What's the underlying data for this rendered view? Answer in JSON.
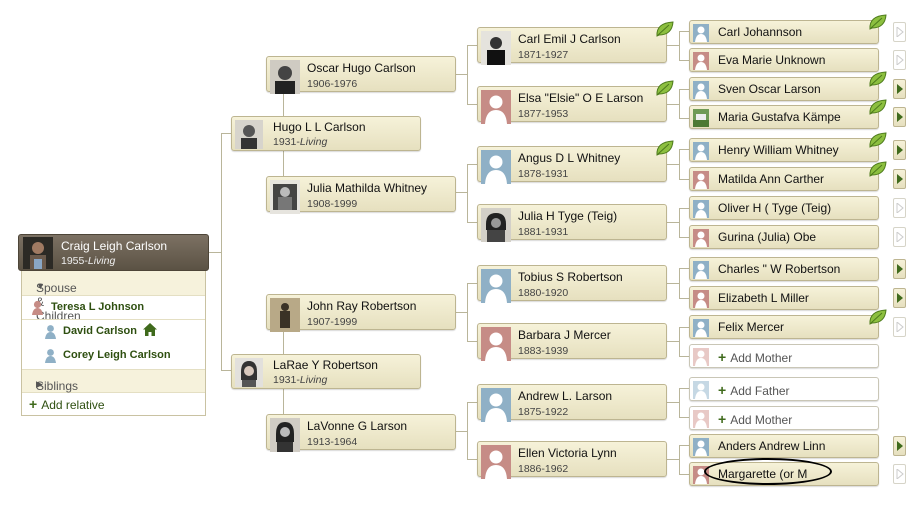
{
  "root": {
    "name": "Craig Leigh Carlson",
    "birth": "1955-",
    "status": "Living"
  },
  "panel": {
    "spouse_children_label": "Spouse & Children",
    "spouse": "Teresa L Johnson",
    "children": [
      "David Carlson",
      "Corey Leigh Carlson"
    ],
    "siblings_label": "Siblings",
    "add_relative_label": "Add relative"
  },
  "parents": {
    "father": {
      "name": "Hugo L L Carlson",
      "birth": "1931-",
      "status": "Living"
    },
    "mother": {
      "name": "LaRae Y Robertson",
      "birth": "1931-",
      "status": "Living"
    }
  },
  "grandparents": {
    "oscar": {
      "name": "Oscar Hugo Carlson",
      "dates": "1906-1976"
    },
    "julia_w": {
      "name": "Julia Mathilda Whitney",
      "dates": "1908-1999"
    },
    "john": {
      "name": "John Ray Robertson",
      "dates": "1907-1999"
    },
    "lavonne": {
      "name": "LaVonne G Larson",
      "dates": "1913-1964"
    }
  },
  "great_grandparents": {
    "carl_emil": {
      "name": "Carl Emil J Carlson",
      "dates": "1871-1927"
    },
    "elsa": {
      "name": "Elsa \"Elsie\" O E Larson",
      "dates": "1877-1953"
    },
    "angus": {
      "name": "Angus D L Whitney",
      "dates": "1878-1931"
    },
    "julia_t": {
      "name": "Julia H Tyge (Teig)",
      "dates": "1881-1931"
    },
    "tobius": {
      "name": "Tobius S Robertson",
      "dates": "1880-1920"
    },
    "barbara": {
      "name": "Barbara J Mercer",
      "dates": "1883-1939"
    },
    "andrew": {
      "name": "Andrew L. Larson",
      "dates": "1875-1922"
    },
    "ellen": {
      "name": "Ellen Victoria Lynn",
      "dates": "1886-1962"
    }
  },
  "gen4": [
    "Carl Johannson",
    "Eva Marie Unknown",
    "Sven Oscar Larson",
    "Maria Gustafva Kämpe",
    "Henry William Whitney",
    "Matilda Ann Carther",
    "Oliver H ( Tyge (Teig)",
    "Gurina (Julia) Obe",
    "Charles \" W Robertson",
    "Elizabeth L Miller",
    "Felix Mercer",
    "Add Mother",
    "Add Father",
    "Add Mother",
    "Anders Andrew Linn",
    "Margarette (or M"
  ],
  "colors": {
    "male": "#8fb0c6",
    "female": "#c68c86",
    "accent": "#3f6a1c",
    "root_bg": "#5b5244"
  }
}
